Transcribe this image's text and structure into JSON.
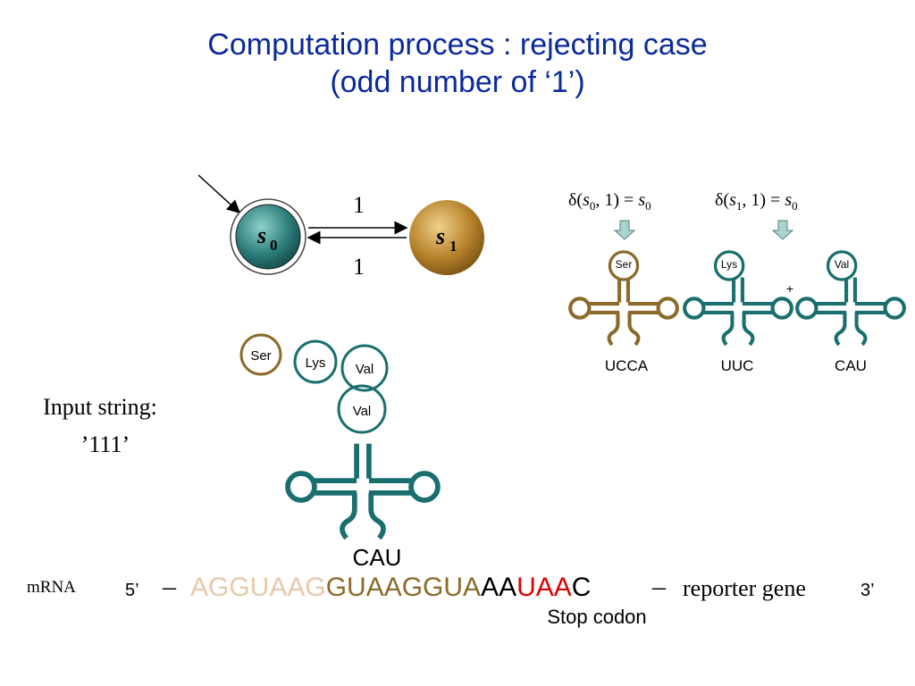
{
  "title": {
    "line1": "Computation process : rejecting case",
    "line2": "(odd number of ‘1’)"
  },
  "automaton": {
    "states": [
      "s",
      "s"
    ],
    "state_subscripts": [
      "0",
      "1"
    ],
    "edge_labels": [
      "1",
      "1"
    ],
    "colors": {
      "s0": "#2e7f7c",
      "s1": "#b7832c",
      "arrow": "#000000"
    }
  },
  "transitions": [
    {
      "delta": "δ(",
      "s": "s",
      "sub": "0",
      "mid": ", 1) = ",
      "s2": "s",
      "sub2": "0"
    },
    {
      "delta": "δ(",
      "s": "s",
      "sub": "1",
      "mid": ", 1) = ",
      "s2": "s",
      "sub2": "0"
    }
  ],
  "trnas": [
    {
      "amino": "Ser",
      "anticodon": "UCCA",
      "color": "#8b6a2a"
    },
    {
      "amino": "Lys",
      "anticodon": "UUC",
      "color": "#1a6f6e"
    },
    {
      "amino": "Val",
      "anticodon": "CAU",
      "color": "#1a6f6e"
    }
  ],
  "plus": "+",
  "chain": {
    "amino": [
      "Ser",
      "Lys",
      "Val"
    ],
    "bound_amino": "Val",
    "bound_anticodon": "CAU"
  },
  "input": {
    "label": "Input string:",
    "value": "’111’"
  },
  "mrna": {
    "label": "mRNA",
    "five_prime": "5’",
    "dash1": "–",
    "seg_read": "AGGUAAG",
    "seg_current": "GUAAGGUA",
    "seg_aa": "AA",
    "seg_stop": "UAA",
    "seg_c": "C",
    "dash2": "–",
    "reporter": "reporter gene",
    "three_prime": "3’",
    "stop_label": "Stop codon",
    "colors": {
      "read": "#e8c8a8",
      "current": "#8b6a2a",
      "black": "#000000",
      "stop": "#e00000"
    }
  },
  "colors": {
    "title": "#0a2a9c",
    "teal": "#1a6f6e",
    "brown": "#8b6a2a",
    "arrow_fill": "#a9d4d0"
  }
}
